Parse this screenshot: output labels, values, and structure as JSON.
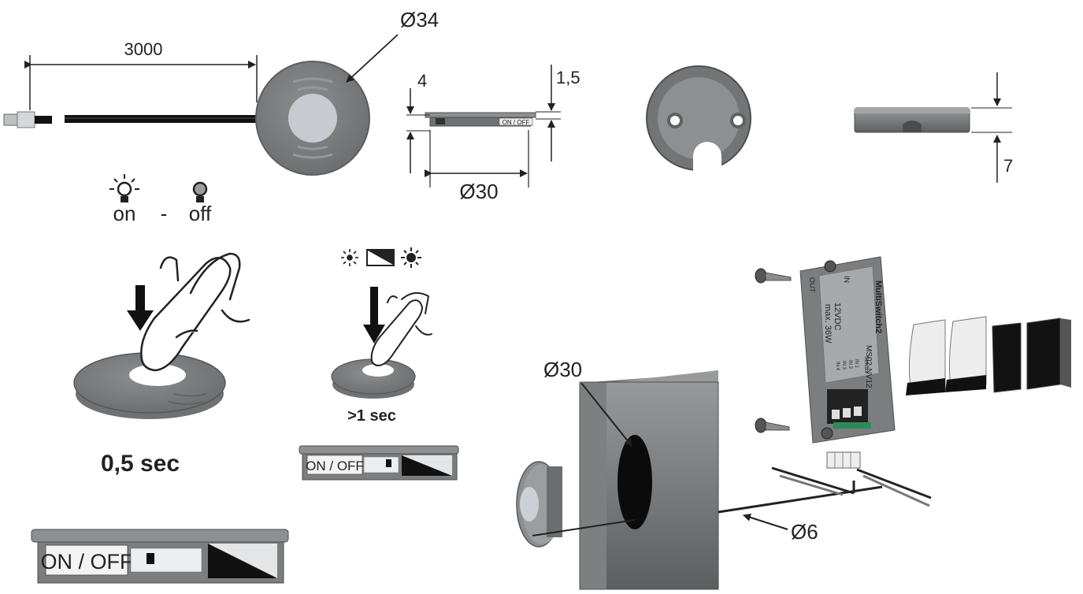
{
  "dimensions": {
    "cable_length": "3000",
    "sensor_diameter": "Ø34",
    "body_height": "4",
    "flange_height": "1,5",
    "body_diameter": "Ø30",
    "ring_height": "7",
    "hole_diameter": "Ø30",
    "cable_diameter": "Ø6"
  },
  "modes": {
    "on_label": "on",
    "dash": "-",
    "off_label": "off",
    "short_press": "0,5 sec",
    "long_press": ">1 sec"
  },
  "switch_labels": {
    "small": "ON / OFF",
    "large": "ON / OFF",
    "profile": "ON / OFF"
  },
  "controller": {
    "brand": "MultiSwitch2",
    "model": "MS02-NV12",
    "voltage": "12VDC",
    "power": "max. 36W",
    "port_out": "OUT",
    "port_in": "IN",
    "sensor": "Sensor",
    "ins": [
      "IN 1",
      "IN 2",
      "IN 3",
      "IN 4"
    ]
  },
  "colors": {
    "device_gray": "#7c7e80",
    "device_dark": "#5a5c5e",
    "wall_gray": "#8e9092",
    "lens": "#c9cbd3",
    "black": "#141414"
  }
}
